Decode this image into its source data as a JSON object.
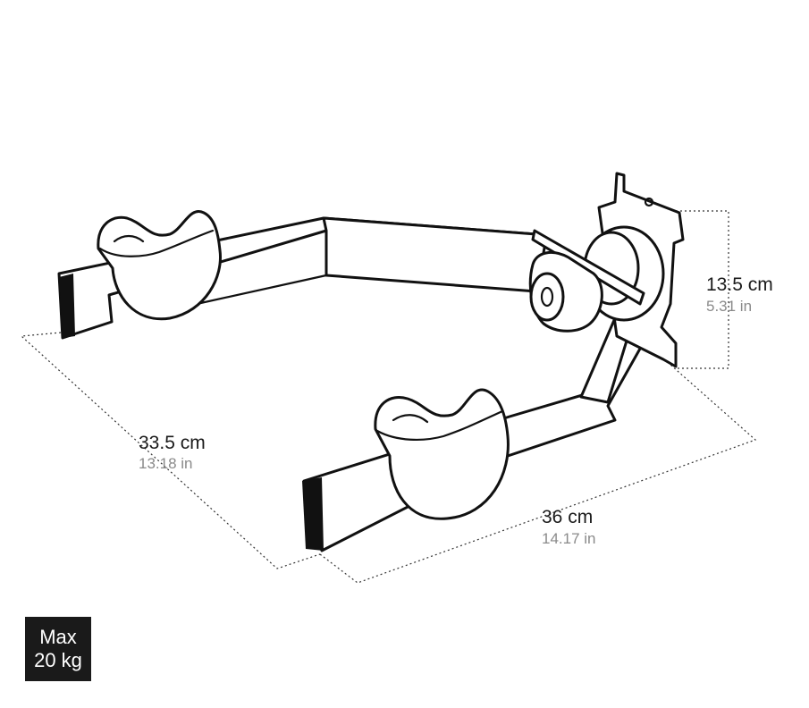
{
  "dimensions": {
    "width": {
      "metric": "36 cm",
      "imperial": "14.17 in"
    },
    "depth": {
      "metric": "33.5 cm",
      "imperial": "13.18 in"
    },
    "height": {
      "metric": "13.5 cm",
      "imperial": "5.31 in"
    }
  },
  "badge": {
    "line1": "Max",
    "line2": "20 kg"
  }
}
